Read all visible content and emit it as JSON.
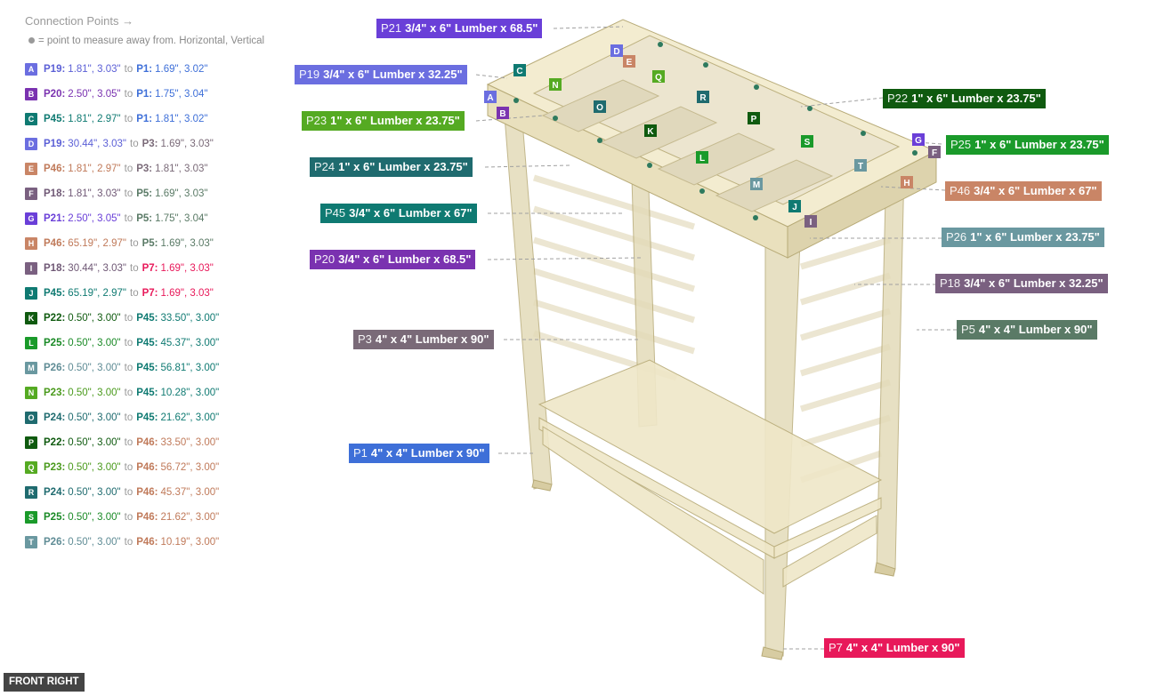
{
  "panel": {
    "title": "Connection Points →",
    "subtitle": "= point to measure away from. Horizontal, Vertical"
  },
  "connections": [
    {
      "letter": "A",
      "from": "P19:",
      "fromVal": "1.81\", 3.03\"",
      "to": "P1:",
      "toVal": "1.69\", 3.02\"",
      "color": "#6b6ee0",
      "fromColor": "#5b5fd6",
      "toColor": "#3e6fd8"
    },
    {
      "letter": "B",
      "from": "P20:",
      "fromVal": "2.50\", 3.05\"",
      "to": "P1:",
      "toVal": "1.75\", 3.04\"",
      "color": "#7a32b0",
      "fromColor": "#7a32b0",
      "toColor": "#3e6fd8"
    },
    {
      "letter": "C",
      "from": "P45:",
      "fromVal": "1.81\", 2.97\"",
      "to": "P1:",
      "toVal": "1.81\", 3.02\"",
      "color": "#0f7a72",
      "fromColor": "#0f7a72",
      "toColor": "#3e6fd8"
    },
    {
      "letter": "D",
      "from": "P19:",
      "fromVal": "30.44\", 3.03\"",
      "to": "P3:",
      "toVal": "1.69\", 3.03\"",
      "color": "#6b6ee0",
      "fromColor": "#5b5fd6",
      "toColor": "#7a6a78"
    },
    {
      "letter": "E",
      "from": "P46:",
      "fromVal": "1.81\", 2.97\"",
      "to": "P3:",
      "toVal": "1.81\", 3.03\"",
      "color": "#c98566",
      "fromColor": "#c07a5a",
      "toColor": "#7a6a78"
    },
    {
      "letter": "F",
      "from": "P18:",
      "fromVal": "1.81\", 3.03\"",
      "to": "P5:",
      "toVal": "1.69\", 3.03\"",
      "color": "#7a6080",
      "fromColor": "#6f5875",
      "toColor": "#5a7a66"
    },
    {
      "letter": "G",
      "from": "P21:",
      "fromVal": "2.50\", 3.05\"",
      "to": "P5:",
      "toVal": "1.75\", 3.04\"",
      "color": "#6a3fd8",
      "fromColor": "#6a3fd8",
      "toColor": "#5a7a66"
    },
    {
      "letter": "H",
      "from": "P46:",
      "fromVal": "65.19\", 2.97\"",
      "to": "P5:",
      "toVal": "1.69\", 3.03\"",
      "color": "#c98566",
      "fromColor": "#c07a5a",
      "toColor": "#5a7a66"
    },
    {
      "letter": "I",
      "from": "P18:",
      "fromVal": "30.44\", 3.03\"",
      "to": "P7:",
      "toVal": "1.69\", 3.03\"",
      "color": "#7a6080",
      "fromColor": "#6f5875",
      "toColor": "#e8195a"
    },
    {
      "letter": "J",
      "from": "P45:",
      "fromVal": "65.19\", 2.97\"",
      "to": "P7:",
      "toVal": "1.69\", 3.03\"",
      "color": "#0f7a72",
      "fromColor": "#0f7a72",
      "toColor": "#e8195a"
    },
    {
      "letter": "K",
      "from": "P22:",
      "fromVal": "0.50\", 3.00\"",
      "to": "P45:",
      "toVal": "33.50\", 3.00\"",
      "color": "#0f5a0f",
      "fromColor": "#0f5a0f",
      "toColor": "#0f7a72"
    },
    {
      "letter": "L",
      "from": "P25:",
      "fromVal": "0.50\", 3.00\"",
      "to": "P45:",
      "toVal": "45.37\", 3.00\"",
      "color": "#1a9a2a",
      "fromColor": "#1a8a26",
      "toColor": "#0f7a72"
    },
    {
      "letter": "M",
      "from": "P26:",
      "fromVal": "0.50\", 3.00\"",
      "to": "P45:",
      "toVal": "56.81\", 3.00\"",
      "color": "#6a98a0",
      "fromColor": "#5f8c95",
      "toColor": "#0f7a72"
    },
    {
      "letter": "N",
      "from": "P23:",
      "fromVal": "0.50\", 3.00\"",
      "to": "P45:",
      "toVal": "10.28\", 3.00\"",
      "color": "#55aa22",
      "fromColor": "#4a9a1c",
      "toColor": "#0f7a72"
    },
    {
      "letter": "O",
      "from": "P24:",
      "fromVal": "0.50\", 3.00\"",
      "to": "P45:",
      "toVal": "21.62\", 3.00\"",
      "color": "#1f6b6f",
      "fromColor": "#1f6b6f",
      "toColor": "#0f7a72"
    },
    {
      "letter": "P",
      "from": "P22:",
      "fromVal": "0.50\", 3.00\"",
      "to": "P46:",
      "toVal": "33.50\", 3.00\"",
      "color": "#0f5a0f",
      "fromColor": "#0f5a0f",
      "toColor": "#c07a5a"
    },
    {
      "letter": "Q",
      "from": "P23:",
      "fromVal": "0.50\", 3.00\"",
      "to": "P46:",
      "toVal": "56.72\", 3.00\"",
      "color": "#55aa22",
      "fromColor": "#4a9a1c",
      "toColor": "#c07a5a"
    },
    {
      "letter": "R",
      "from": "P24:",
      "fromVal": "0.50\", 3.00\"",
      "to": "P46:",
      "toVal": "45.37\", 3.00\"",
      "color": "#1f6b6f",
      "fromColor": "#1f6b6f",
      "toColor": "#c07a5a"
    },
    {
      "letter": "S",
      "from": "P25:",
      "fromVal": "0.50\", 3.00\"",
      "to": "P46:",
      "toVal": "21.62\", 3.00\"",
      "color": "#1a9a2a",
      "fromColor": "#1a8a26",
      "toColor": "#c07a5a"
    },
    {
      "letter": "T",
      "from": "P26:",
      "fromVal": "0.50\", 3.00\"",
      "to": "P46:",
      "toVal": "10.19\", 3.00\"",
      "color": "#6a98a0",
      "fromColor": "#5f8c95",
      "toColor": "#c07a5a"
    }
  ],
  "parts": [
    {
      "id": "P21",
      "desc": "3/4\" x 6\" Lumber x 68.5\"",
      "color": "#6a3fd8"
    },
    {
      "id": "P19",
      "desc": "3/4\" x 6\" Lumber x 32.25\"",
      "color": "#6b6ee0"
    },
    {
      "id": "P23",
      "desc": "1\" x 6\" Lumber x 23.75\"",
      "color": "#55aa22"
    },
    {
      "id": "P24",
      "desc": "1\" x 6\" Lumber x 23.75\"",
      "color": "#1f6b6f"
    },
    {
      "id": "P45",
      "desc": "3/4\" x 6\" Lumber x 67\"",
      "color": "#0f7a72"
    },
    {
      "id": "P20",
      "desc": "3/4\" x 6\" Lumber x 68.5\"",
      "color": "#7a32b0"
    },
    {
      "id": "P3",
      "desc": "4\" x 4\" Lumber x 90\"",
      "color": "#7a6a78"
    },
    {
      "id": "P1",
      "desc": "4\" x 4\" Lumber x 90\"",
      "color": "#3e6fd8"
    },
    {
      "id": "P22",
      "desc": "1\" x 6\" Lumber x 23.75\"",
      "color": "#0f5a0f"
    },
    {
      "id": "P25",
      "desc": "1\" x 6\" Lumber x 23.75\"",
      "color": "#1a9a2a"
    },
    {
      "id": "P46",
      "desc": "3/4\" x 6\" Lumber x 67\"",
      "color": "#c98566"
    },
    {
      "id": "P26",
      "desc": "1\" x 6\" Lumber x 23.75\"",
      "color": "#6a98a0"
    },
    {
      "id": "P18",
      "desc": "3/4\" x 6\" Lumber x 32.25\"",
      "color": "#7a6080"
    },
    {
      "id": "P5",
      "desc": "4\" x 4\" Lumber x 90\"",
      "color": "#5a7a66"
    },
    {
      "id": "P7",
      "desc": "4\" x 4\" Lumber x 90\"",
      "color": "#e8195a"
    }
  ],
  "view": {
    "label": "FRONT RIGHT"
  }
}
